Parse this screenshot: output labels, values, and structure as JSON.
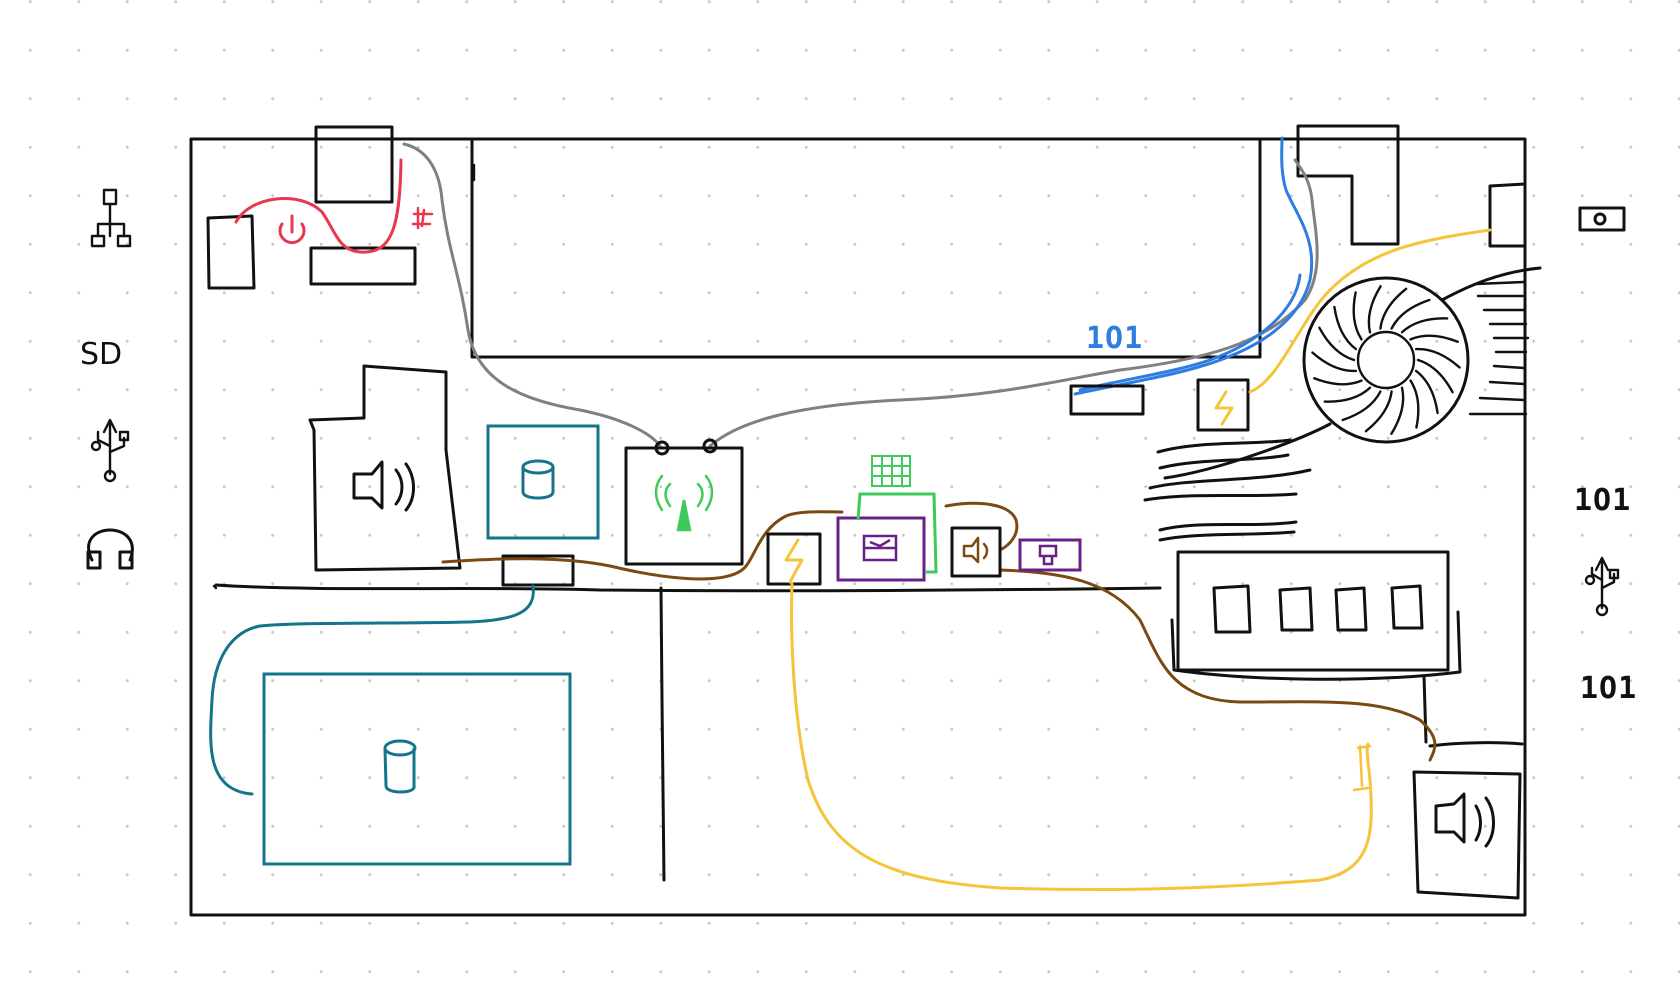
{
  "colors": {
    "outline": "#111111",
    "grey_wire": "#808080",
    "red_power": "#e8384f",
    "blue_wire": "#2f7de1",
    "yellow_wire": "#f5c437",
    "teal_storage": "#15738c",
    "green_wireless": "#3ec95a",
    "purple_module": "#6a1f86",
    "brown_audio": "#7a4a12"
  },
  "side_icons": {
    "left": [
      {
        "icon": "network-icon"
      },
      {
        "icon": "sd-card-icon",
        "text": "SD"
      },
      {
        "icon": "usb-icon"
      },
      {
        "icon": "headphones-icon"
      }
    ],
    "right": [
      {
        "icon": "camera-icon"
      },
      {
        "icon": "binary-port-icon",
        "text": "1O1"
      },
      {
        "icon": "usb-icon"
      },
      {
        "icon": "binary-port-icon",
        "text": "1O1"
      }
    ]
  },
  "board_labels": {
    "blue_binary": "1O1"
  },
  "components": [
    {
      "icon": "power-button-icon"
    },
    {
      "icon": "red-connector-icon"
    },
    {
      "icon": "speaker-icon",
      "position_word": "left"
    },
    {
      "icon": "database-icon",
      "position_word": "upper"
    },
    {
      "icon": "wifi-antenna-icon"
    },
    {
      "icon": "lightning-icon",
      "position_word": "center"
    },
    {
      "icon": "display-module-icon"
    },
    {
      "icon": "keypad-icon"
    },
    {
      "icon": "speaker-icon",
      "position_word": "small"
    },
    {
      "icon": "chip-icon"
    },
    {
      "icon": "lightning-icon",
      "position_word": "upper-right"
    },
    {
      "icon": "fan-icon"
    },
    {
      "icon": "ram-module-icon"
    },
    {
      "icon": "database-icon",
      "position_word": "lower"
    },
    {
      "icon": "speaker-icon",
      "position_word": "lower-right"
    },
    {
      "icon": "yellow-connector-icon"
    }
  ]
}
